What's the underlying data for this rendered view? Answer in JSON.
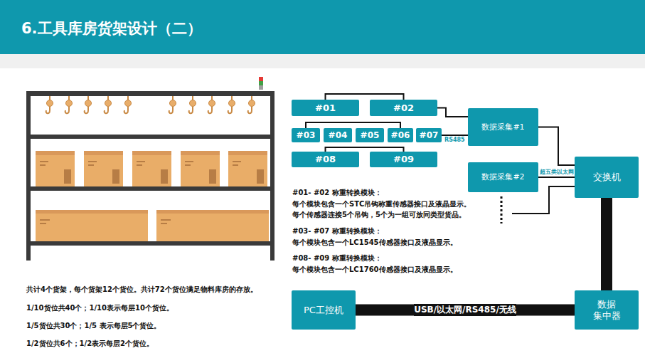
{
  "diagram": {
    "title": "6.工具库房货架设计（二）",
    "nodes": [
      {
        "text": [
          "#01"
        ]
      },
      {
        "text": [
          "#02"
        ]
      },
      {
        "text": [
          "#03"
        ]
      },
      {
        "text": [
          "#04"
        ]
      },
      {
        "text": [
          "#05"
        ]
      },
      {
        "text": [
          "#06"
        ]
      },
      {
        "text": [
          "#07"
        ]
      },
      {
        "text": [
          "#08"
        ]
      },
      {
        "text": [
          "#09"
        ]
      },
      {
        "text": [
          "数据采集#1"
        ]
      },
      {
        "text": [
          "数据采集#2"
        ]
      },
      {
        "text": [
          "交换机"
        ]
      },
      {
        "text": [
          "数据 集中器"
        ]
      },
      {
        "text": [
          "PC工控机"
        ]
      }
    ],
    "edges": [
      {
        "from": 0,
        "to": 1,
        "arrow": "none"
      },
      {
        "from": 2,
        "to": 5,
        "arrow": "none"
      },
      {
        "from": 1,
        "to": 9,
        "arrow": "none"
      },
      {
        "from": 6,
        "to": 9,
        "label": "RS485",
        "arrow": "none"
      },
      {
        "from": 7,
        "to": 8,
        "arrow": "none"
      },
      {
        "from": 9,
        "to": 11,
        "arrow": "none"
      },
      {
        "from": 10,
        "to": 11,
        "label": "超五类以太网",
        "arrow": "none"
      },
      {
        "from": 11,
        "to": 12,
        "arrow": "none"
      },
      {
        "from": 13,
        "to": 12,
        "label": "USB/以太网/RS485/无线",
        "arrow": "none"
      }
    ],
    "labels": [
      "#01- #02 称重转换模块：",
      "每个模块包含一个STC吊钩称重传感器接口及液晶显示。",
      "每个传感器连接5个吊钩，5个为一组可放同类型货品。",
      "#03- #07 称重转换模块：",
      "每个模块包含一个LC1545传感器接口及液晶显示。",
      "#08- #09 称重转换模块：",
      "每个模块包含一个LC1760传感器接口及液晶显示。",
      "共计4个货架，每个货架12个货位。共计72个货位满足物料库房的存放。",
      "1/10货位共40个；1/10表示每层10个货位。",
      "1/5货位共30个；1/5 表示每层5个货位。",
      "1/2货位共6个；1/2表示每层2个货位。"
    ]
  }
}
